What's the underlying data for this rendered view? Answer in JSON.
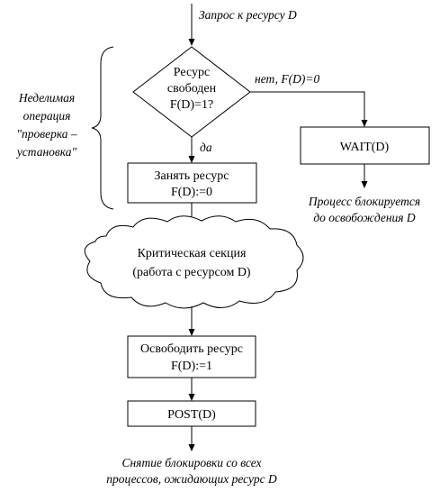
{
  "entry_label": "Запрос к ресурсу D",
  "decision": {
    "lines": [
      "Ресурс",
      "свободен",
      "F(D)=1?"
    ],
    "no_label": "нет, F(D)=0",
    "yes_label": "да"
  },
  "indivisible_note": {
    "lines": [
      "Неделимая",
      "операция",
      "\"проверка –",
      "установка\""
    ]
  },
  "acquire_box": {
    "lines": [
      "Занять ресурс",
      "F(D):=0"
    ]
  },
  "wait_box": {
    "label": "WAIT(D)"
  },
  "blocked_note": {
    "lines": [
      "Процесс блокируется",
      "до освобождения D"
    ]
  },
  "critical_section": {
    "lines": [
      "Критическая секция",
      "(работа с ресурсом D)"
    ]
  },
  "release_box": {
    "lines": [
      "Освободить ресурс",
      "F(D):=1"
    ]
  },
  "post_box": {
    "label": "POST(D)"
  },
  "exit_note": {
    "lines": [
      "Снятие блокировки со всех",
      "процессов, ожидающих ресурс D"
    ]
  }
}
